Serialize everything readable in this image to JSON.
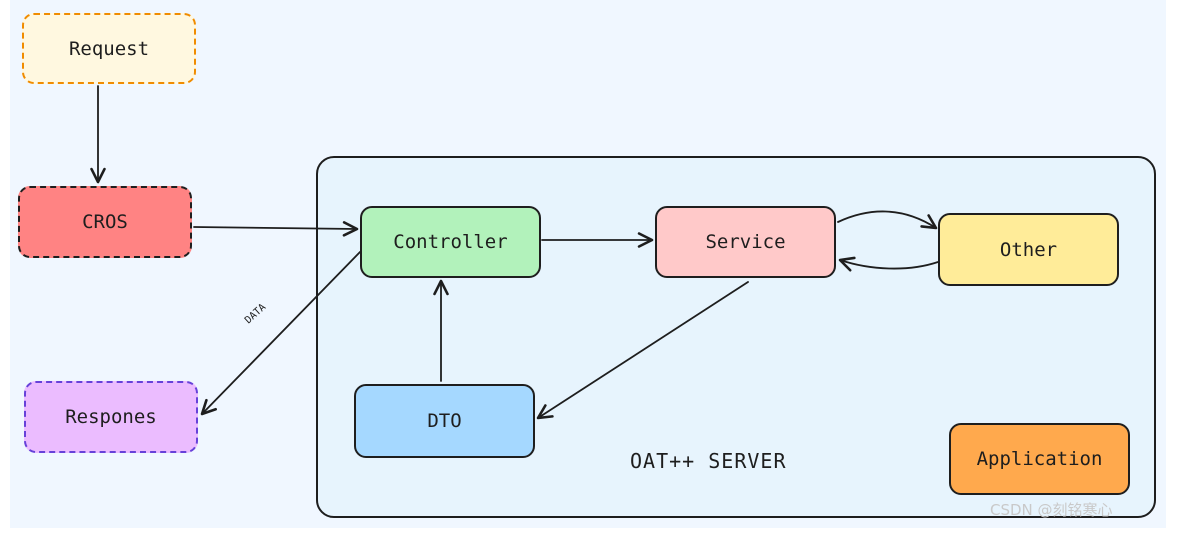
{
  "diagram": {
    "nodes": [
      {
        "id": "request",
        "label": "Request",
        "fill": "#fff8e0",
        "border": "#f08c00",
        "dashed": true
      },
      {
        "id": "cros",
        "label": "CROS",
        "fill": "#ff8383",
        "border": "#1e1e1e",
        "dashed": true
      },
      {
        "id": "respones",
        "label": "Respones",
        "fill": "#ebbcff",
        "border": "#6741d9",
        "dashed": true
      },
      {
        "id": "controller",
        "label": "Controller",
        "fill": "#b2f2bb",
        "border": "#1e1e1e",
        "dashed": false
      },
      {
        "id": "service",
        "label": "Service",
        "fill": "#ffc9c9",
        "border": "#1e1e1e",
        "dashed": false
      },
      {
        "id": "other",
        "label": "Other",
        "fill": "#ffec99",
        "border": "#1e1e1e",
        "dashed": false
      },
      {
        "id": "dto",
        "label": "DTO",
        "fill": "#a5d8ff",
        "border": "#1e1e1e",
        "dashed": false
      },
      {
        "id": "application",
        "label": "Application",
        "fill": "#ffa94d",
        "border": "#1e1e1e",
        "dashed": false
      }
    ],
    "edges": [
      {
        "from": "request",
        "to": "cros",
        "label": ""
      },
      {
        "from": "cros",
        "to": "controller",
        "label": ""
      },
      {
        "from": "controller",
        "to": "service",
        "label": ""
      },
      {
        "from": "service",
        "to": "other",
        "label": ""
      },
      {
        "from": "other",
        "to": "service",
        "label": ""
      },
      {
        "from": "service",
        "to": "dto",
        "label": ""
      },
      {
        "from": "dto",
        "to": "controller",
        "label": ""
      },
      {
        "from": "controller",
        "to": "respones",
        "label": "DATA"
      }
    ],
    "container_label": "OAT++ SERVER",
    "edge_label_data": "DATA",
    "watermark": "CSDN @刻铭寒心"
  }
}
